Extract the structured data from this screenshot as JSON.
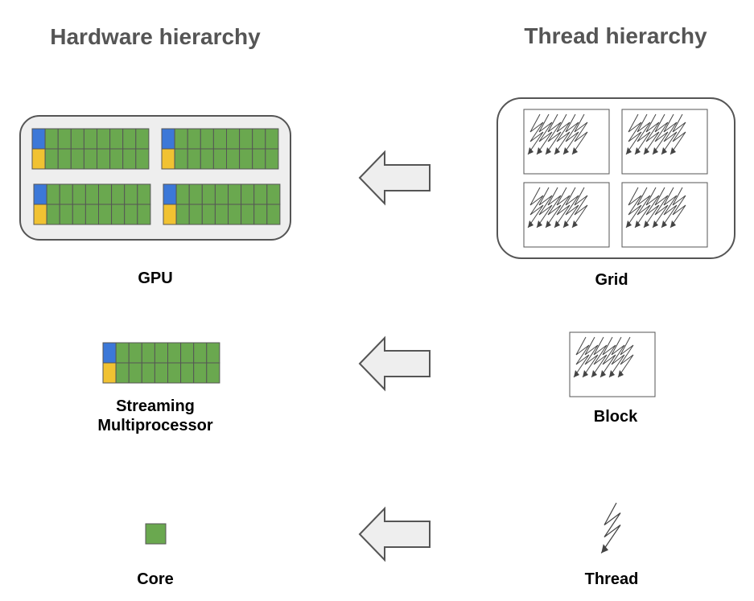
{
  "headings": {
    "hardware": "Hardware hierarchy",
    "thread": "Thread hierarchy"
  },
  "labels": {
    "gpu": "GPU",
    "grid": "Grid",
    "sm_line1": "Streaming",
    "sm_line2": "Multiprocessor",
    "block": "Block",
    "core": "Core",
    "thread": "Thread"
  },
  "colors": {
    "core_green": "#6aa84f",
    "special_blue": "#3c78d8",
    "special_yellow": "#f1c232",
    "panel_fill": "#eeeeee",
    "outline": "#555555",
    "heading_text": "#555555"
  },
  "mapping": [
    {
      "from": "Grid",
      "to": "GPU",
      "arrow": "left-arrow"
    },
    {
      "from": "Block",
      "to": "Streaming Multiprocessor",
      "arrow": "left-arrow"
    },
    {
      "from": "Thread",
      "to": "Core",
      "arrow": "left-arrow"
    }
  ]
}
